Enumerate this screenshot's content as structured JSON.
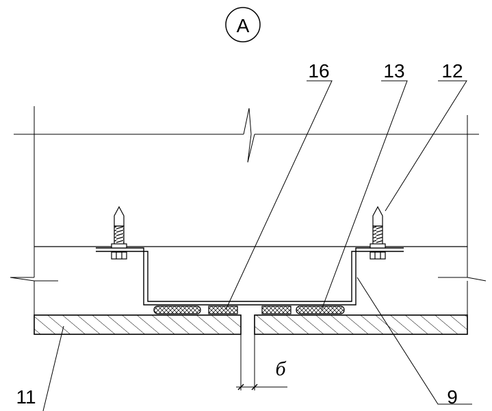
{
  "detail": {
    "marker": "A"
  },
  "callouts": {
    "c16": "16",
    "c13": "13",
    "c12": "12",
    "c11": "11",
    "c9": "9"
  },
  "dimension": {
    "gap_label": "б"
  }
}
